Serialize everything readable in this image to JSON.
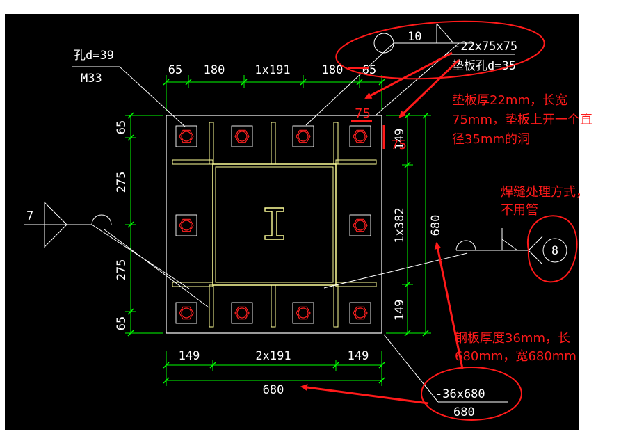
{
  "drawing": {
    "hole_label_top": "孔d=39",
    "hole_label_bottom": "M33",
    "top_dims": [
      "65",
      "180",
      "1x191",
      "180",
      "65"
    ],
    "left_dims": [
      "65",
      "275",
      "275",
      "65"
    ],
    "right_dims": [
      "149",
      "1x382",
      "149"
    ],
    "right_total": "680",
    "bottom_dims": [
      "149",
      "2x191",
      "149"
    ],
    "bottom_total": "680",
    "weld_left_number": "7",
    "weld_top_number": "10",
    "weld_right_number": "8",
    "washer_spec": "-22x75x75",
    "washer_hole": "垫板孔d=35",
    "washer_dim_a": "75",
    "washer_dim_b": "75",
    "plate_spec": "-36x680",
    "plate_spec_below": "680"
  },
  "annotations": {
    "washer_note": [
      "垫板厚22mm，长宽",
      "75mm，垫板上开一个直",
      "径35mm的洞"
    ],
    "weld_note": [
      "焊缝处理方式，",
      "不用管"
    ],
    "plate_note": [
      "钢板厚度36mm，长",
      "680mm，宽680mm"
    ]
  },
  "colors": {
    "background": "#000000",
    "dimension": "#00ff00",
    "plate_outline": "#ffffff",
    "stiffener": "#ffff99",
    "bolt": "#ff2020",
    "annotation": "#ff1a1a"
  },
  "icons": [
    "bolt-icon",
    "i-beam-icon",
    "weld-symbol-icon"
  ]
}
